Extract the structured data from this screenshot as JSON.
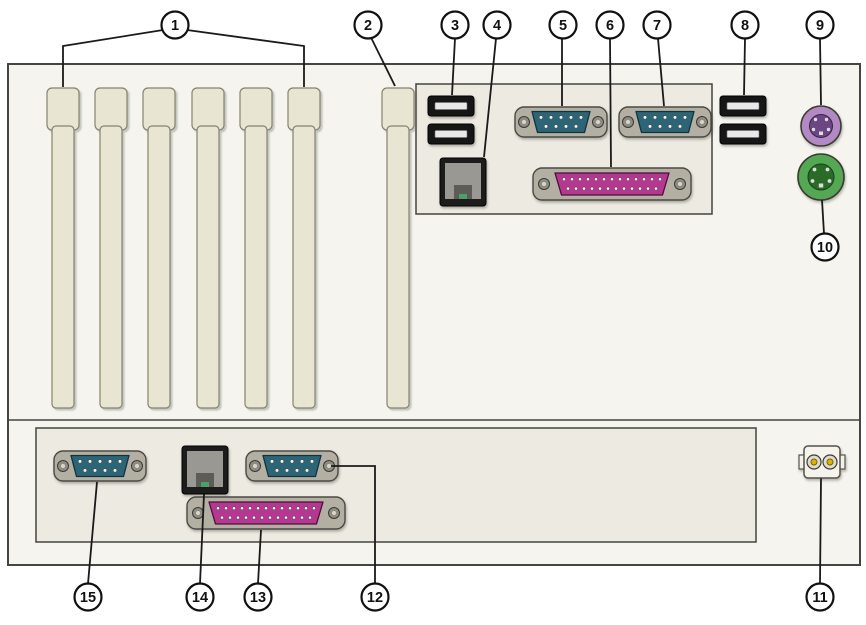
{
  "callouts": [
    {
      "label": "1",
      "component": "expansion-card-slots"
    },
    {
      "label": "2",
      "component": "expansion-card-slot"
    },
    {
      "label": "3",
      "component": "usb-ports"
    },
    {
      "label": "4",
      "component": "network-port"
    },
    {
      "label": "5",
      "component": "serial-port"
    },
    {
      "label": "6",
      "component": "parallel-port"
    },
    {
      "label": "7",
      "component": "serial-port"
    },
    {
      "label": "8",
      "component": "usb-ports"
    },
    {
      "label": "9",
      "component": "ps2-port-purple"
    },
    {
      "label": "10",
      "component": "ps2-port-green"
    },
    {
      "label": "11",
      "component": "power-connector"
    },
    {
      "label": "12",
      "component": "serial-port"
    },
    {
      "label": "13",
      "component": "parallel-port"
    },
    {
      "label": "14",
      "component": "network-port"
    },
    {
      "label": "15",
      "component": "serial-port"
    }
  ],
  "colors": {
    "chassis": "#f5f4ef",
    "panel": "#eceae1",
    "slot": "#e9e5d3",
    "serial": "#2c6575",
    "parallel": "#b43790",
    "ps2purple": "#b389c4",
    "ps2green": "#54a854",
    "usb": "#161616",
    "line": "#1a1a1a"
  }
}
